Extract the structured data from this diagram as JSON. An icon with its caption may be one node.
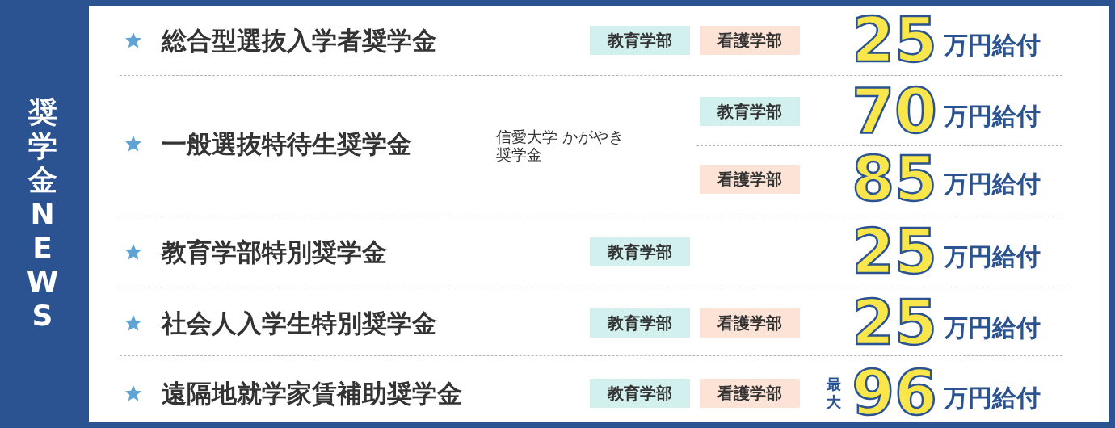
{
  "diagram": {
    "title": "奨学金NEWS",
    "nodes": [
      {
        "text": [
          "教育学部"
        ]
      },
      {
        "text": [
          "看護学部"
        ]
      },
      {
        "text": [
          "教育学部"
        ]
      },
      {
        "text": [
          "看護学部"
        ]
      },
      {
        "text": [
          "教育学部"
        ]
      },
      {
        "text": [
          "教育学部"
        ]
      },
      {
        "text": [
          "看護学部"
        ]
      },
      {
        "text": [
          "教育学部"
        ]
      },
      {
        "text": [
          "看護学部"
        ]
      }
    ],
    "labels": [
      "総合型選抜入学者奨学金",
      "25",
      "万円給付",
      "一般選抜特待生奨学金",
      "信愛大学 かがやき奨学金",
      "70",
      "万円給付",
      "85",
      "万円給付",
      "教育学部特別奨学金",
      "25",
      "万円給付",
      "社会人入学生特別奨学金",
      "25",
      "万円給付",
      "遠隔地就学家賃補助奨学金",
      "最大",
      "96",
      "万円給付"
    ]
  }
}
